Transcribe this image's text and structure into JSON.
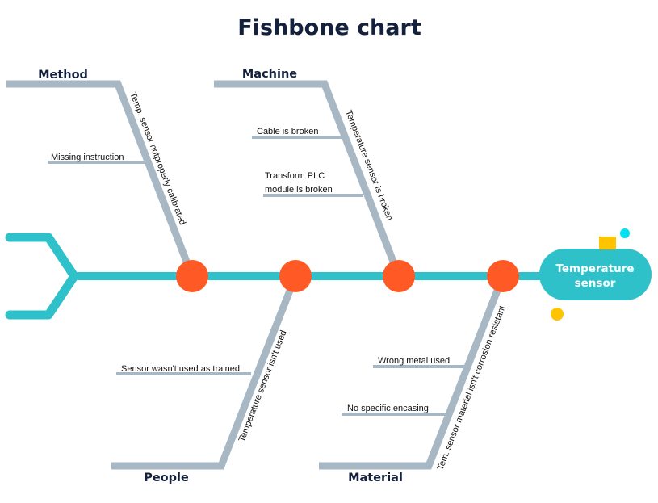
{
  "title": "Fishbone chart",
  "head": {
    "line1": "Temperature",
    "line2": "sensor"
  },
  "colors": {
    "spine": "#2fc1c9",
    "bone": "#a7b7c3",
    "node": "#ff5a26",
    "head": "#2fc1c9",
    "dot_cyan": "#00e0f0",
    "dot_yellow": "#ffc300",
    "text_dark": "#14213d"
  },
  "categories": {
    "method": {
      "label": "Method",
      "main_cause": "Temp. sensor notproperly calibrated",
      "sub_causes": [
        "Missing instruction"
      ]
    },
    "machine": {
      "label": "Machine",
      "main_cause": "Temperature sensor is broken",
      "sub_causes": [
        "Cable is broken",
        "Transform PLC",
        "module is broken"
      ]
    },
    "people": {
      "label": "People",
      "main_cause": "Temperature sensor isn't used",
      "sub_causes": [
        "Sensor wasn't used as trained"
      ]
    },
    "material": {
      "label": "Material",
      "main_cause": "Tem. sensor material isn't corrosion resistant",
      "sub_causes": [
        "Wrong metal used",
        "No specific encasing"
      ]
    }
  }
}
